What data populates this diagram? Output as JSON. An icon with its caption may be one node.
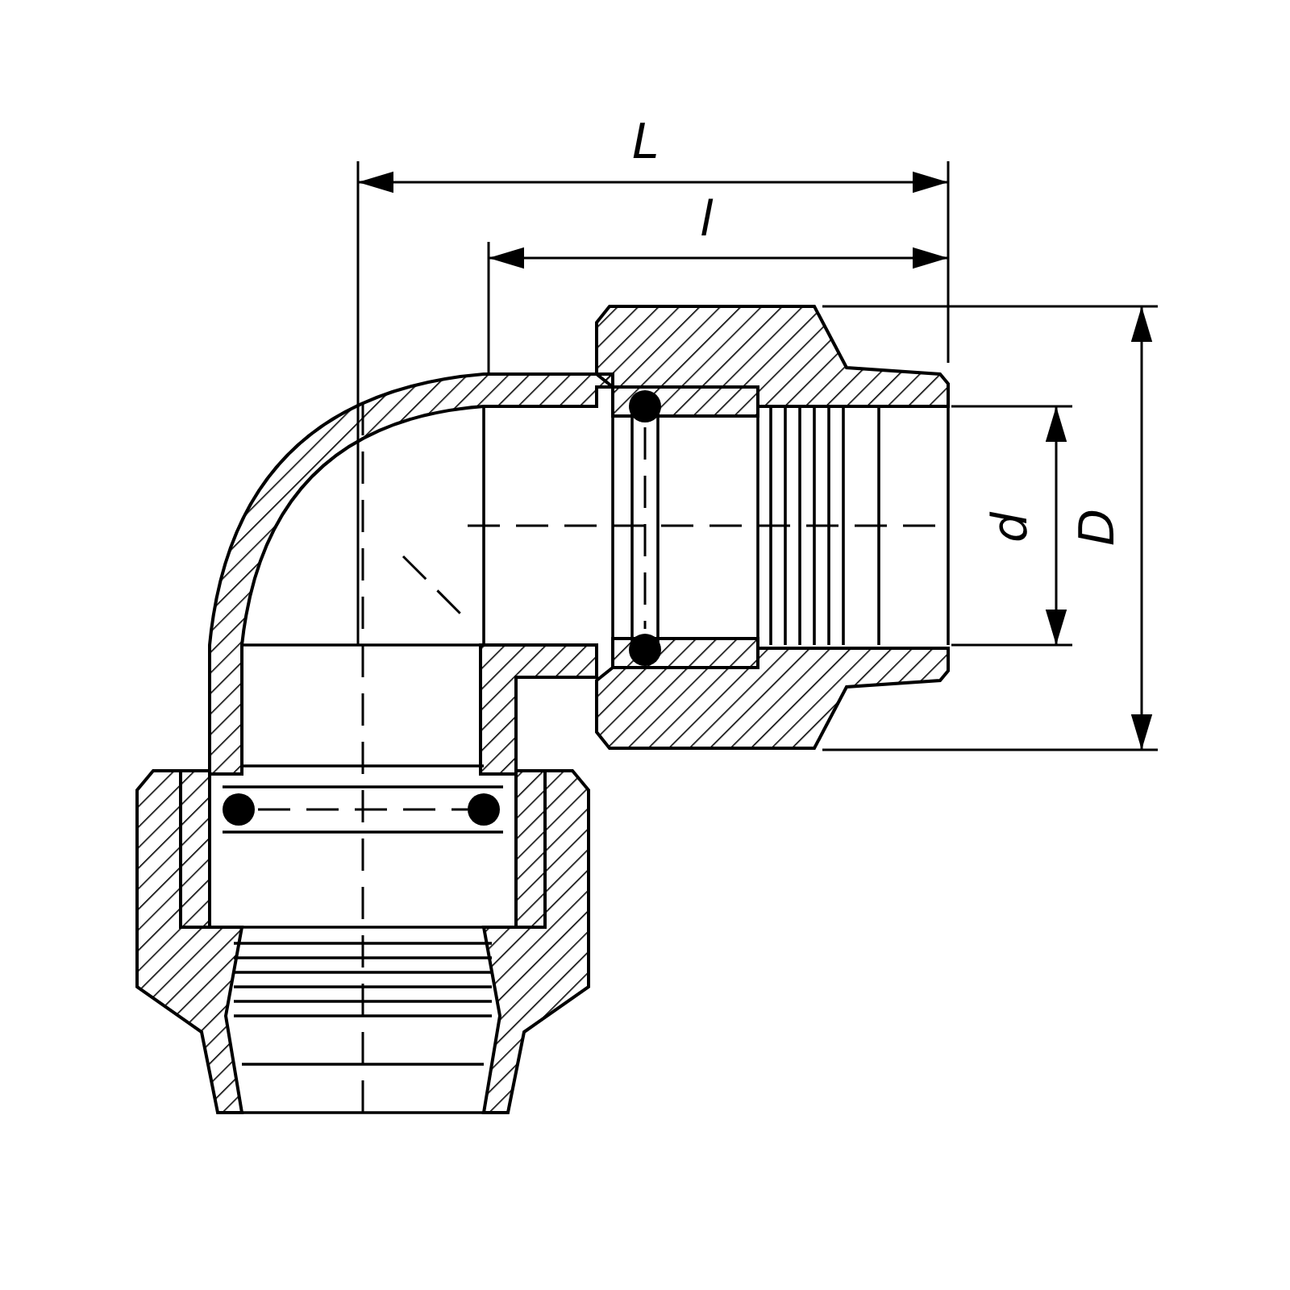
{
  "diagram": {
    "labels": [
      "L",
      "l",
      "d",
      "D"
    ]
  }
}
